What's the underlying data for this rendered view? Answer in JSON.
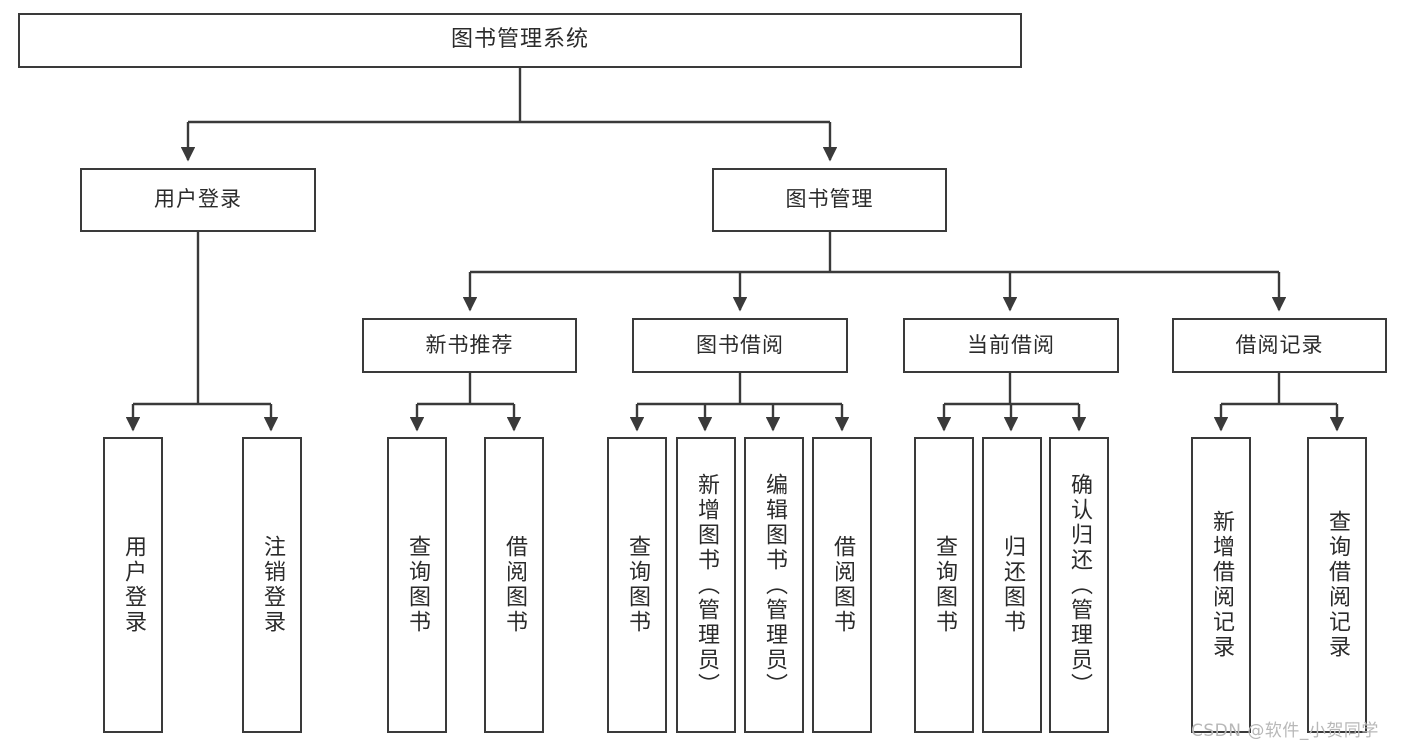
{
  "diagram": {
    "title": "图书管理系统",
    "type": "tree-hierarchy",
    "watermark": "CSDN @软件_小贺同学",
    "colors": {
      "stroke": "#3a3a3a",
      "fill": "#ffffff",
      "text": "#2b2b2b",
      "watermark": "#b8b8b8"
    },
    "nodes": {
      "root": {
        "label": "图书管理系统"
      },
      "level2": [
        {
          "id": "user-login",
          "label": "用户登录"
        },
        {
          "id": "book-manage",
          "label": "图书管理"
        }
      ],
      "level3": [
        {
          "id": "new-book-rec",
          "label": "新书推荐"
        },
        {
          "id": "book-borrow",
          "label": "图书借阅"
        },
        {
          "id": "current-borrow",
          "label": "当前借阅"
        },
        {
          "id": "borrow-record",
          "label": "借阅记录"
        }
      ],
      "leaves": {
        "user-login": [
          {
            "id": "leaf-user-login",
            "label": "用户登录"
          },
          {
            "id": "leaf-logout",
            "label": "注销登录"
          }
        ],
        "new-book-rec": [
          {
            "id": "leaf-query-book-1",
            "label": "查询图书"
          },
          {
            "id": "leaf-borrow-book-1",
            "label": "借阅图书"
          }
        ],
        "book-borrow": [
          {
            "id": "leaf-query-book-2",
            "label": "查询图书"
          },
          {
            "id": "leaf-add-book",
            "label": "新增图书（管理员）"
          },
          {
            "id": "leaf-edit-book",
            "label": "编辑图书（管理员）"
          },
          {
            "id": "leaf-borrow-book-2",
            "label": "借阅图书"
          }
        ],
        "current-borrow": [
          {
            "id": "leaf-query-book-3",
            "label": "查询图书"
          },
          {
            "id": "leaf-return-book",
            "label": "归还图书"
          },
          {
            "id": "leaf-confirm-return",
            "label": "确认归还（管理员）"
          }
        ],
        "borrow-record": [
          {
            "id": "leaf-add-record",
            "label": "新增借阅记录"
          },
          {
            "id": "leaf-query-record",
            "label": "查询借阅记录"
          }
        ]
      }
    }
  }
}
